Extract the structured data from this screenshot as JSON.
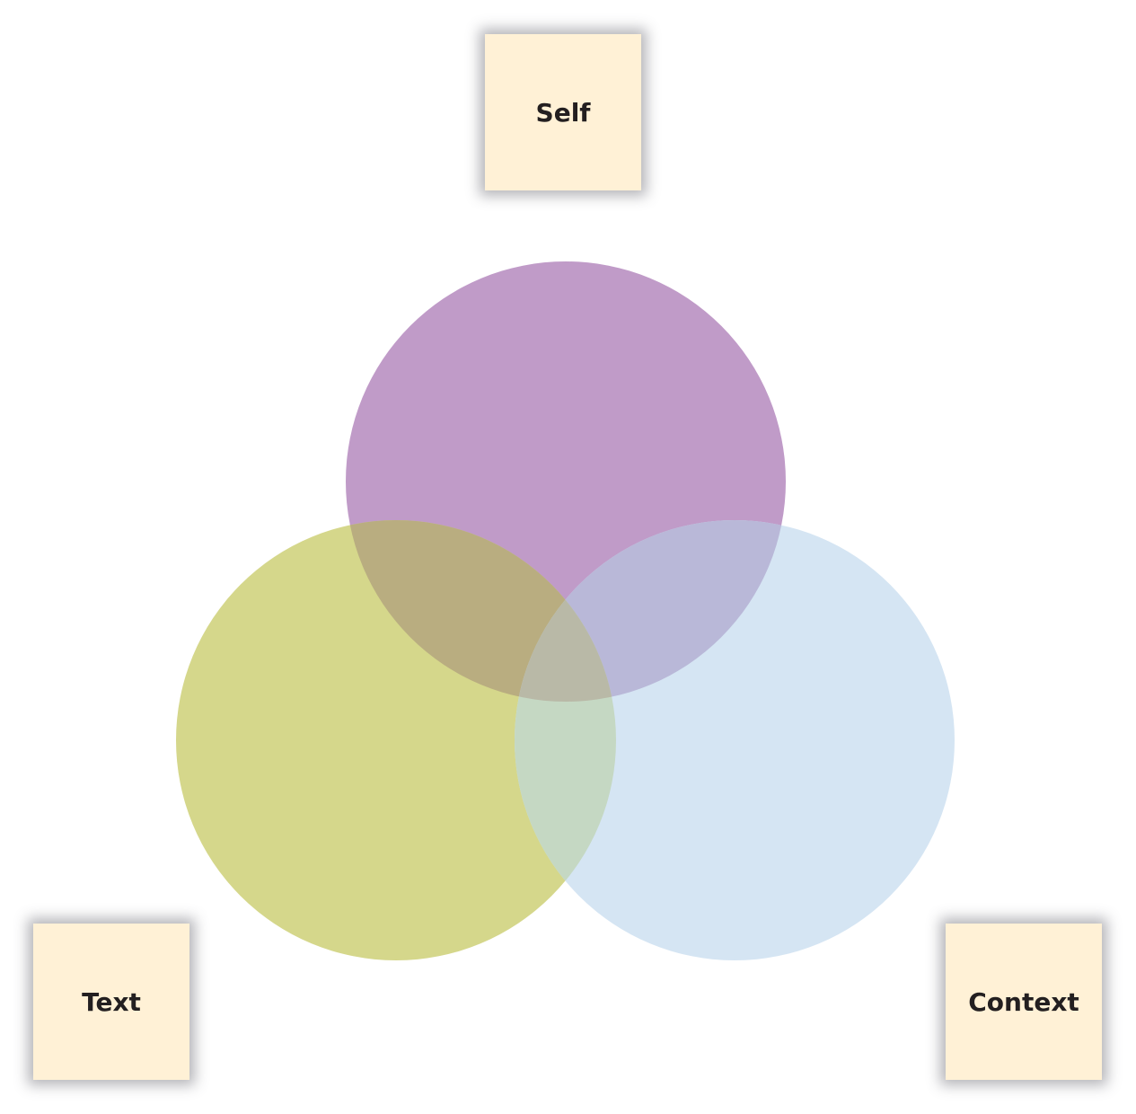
{
  "labels": {
    "self": "Self",
    "text": "Text",
    "context": "Context"
  },
  "colors": {
    "self_circle": "#c09bc8",
    "text_circle": "#d5d78b",
    "context_circle": "#d5e5f3",
    "self_text_overlap": "#b9ad80",
    "self_context_overlap": "#b9b8d8",
    "text_context_overlap": "#c5d8c3",
    "center_overlap": "#b9b9a7",
    "box": "#fff1d6"
  }
}
